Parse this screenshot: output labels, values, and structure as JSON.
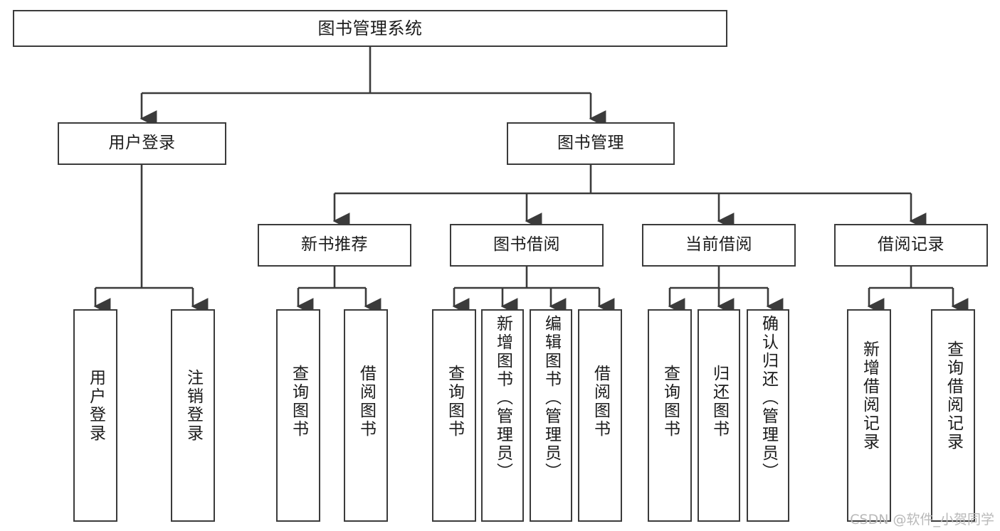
{
  "diagram": {
    "title": "图书管理系统",
    "watermark": "CSDN @软件_小贺同学",
    "colors": {
      "stroke": "#3b3b3b",
      "fill": "#ffffff",
      "text": "#1b1b1b",
      "watermark": "#b9b9b9"
    },
    "levels": {
      "root": {
        "label": "图书管理系统"
      },
      "level2": [
        {
          "id": "user-login",
          "label": "用户登录"
        },
        {
          "id": "book-management",
          "label": "图书管理"
        }
      ],
      "level3": [
        {
          "id": "new-book-recommend",
          "label": "新书推荐"
        },
        {
          "id": "book-borrow",
          "label": "图书借阅"
        },
        {
          "id": "current-borrow",
          "label": "当前借阅"
        },
        {
          "id": "borrow-record",
          "label": "借阅记录"
        }
      ],
      "leaves": {
        "user-login": [
          {
            "id": "leaf-user-login",
            "label": "用户登录"
          },
          {
            "id": "leaf-logout",
            "label": "注销登录"
          }
        ],
        "new-book-recommend": [
          {
            "id": "leaf-query-book-1",
            "label": "查询图书"
          },
          {
            "id": "leaf-borrow-book-1",
            "label": "借阅图书"
          }
        ],
        "book-borrow": [
          {
            "id": "leaf-query-book-2",
            "label": "查询图书"
          },
          {
            "id": "leaf-add-book",
            "label": "新增图书（管理员）"
          },
          {
            "id": "leaf-edit-book",
            "label": "编辑图书（管理员）"
          },
          {
            "id": "leaf-borrow-book-2",
            "label": "借阅图书"
          }
        ],
        "current-borrow": [
          {
            "id": "leaf-query-book-3",
            "label": "查询图书"
          },
          {
            "id": "leaf-return-book",
            "label": "归还图书"
          },
          {
            "id": "leaf-confirm-return",
            "label": "确认归还（管理员）"
          }
        ],
        "borrow-record": [
          {
            "id": "leaf-add-record",
            "label": "新增借阅记录"
          },
          {
            "id": "leaf-query-record",
            "label": "查询借阅记录"
          }
        ]
      }
    }
  }
}
